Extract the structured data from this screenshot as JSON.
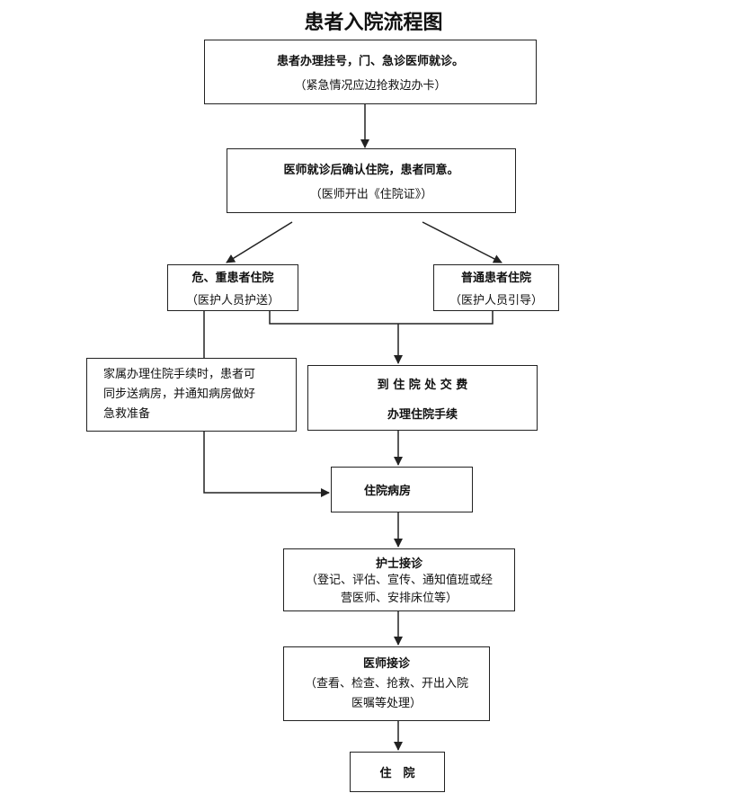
{
  "title": "患者入院流程图",
  "nodes": {
    "register": {
      "main": "患者办理挂号，门、急诊医师就诊。",
      "sub": "（紧急情况应边抢救边办卡）"
    },
    "confirm": {
      "main": "医师就诊后确认住院，患者同意。",
      "sub": "（医师开出《住院证》）"
    },
    "critical": {
      "main": "危、重患者住院",
      "sub": "（医护人员护送）"
    },
    "normal": {
      "main": "普通患者住院",
      "sub": "（医护人员引导）"
    },
    "family": {
      "line1": "家属办理住院手续时，患者可",
      "line2": "同步送病房，并通知病房做好",
      "line3": "急救准备"
    },
    "payment": {
      "line1": "到 住 院 处 交 费",
      "line2": "办理住院手续"
    },
    "ward": {
      "main": "住院病房"
    },
    "nurse": {
      "main": "护士接诊",
      "line1": "（登记、评估、宣传、通知值班或经",
      "line2": "营医师、安排床位等）"
    },
    "doctor": {
      "main": "医师接诊",
      "line1": "（查看、检查、抢救、开出入院",
      "line2": "医嘱等处理）"
    },
    "admit": {
      "main": "住　院"
    }
  }
}
